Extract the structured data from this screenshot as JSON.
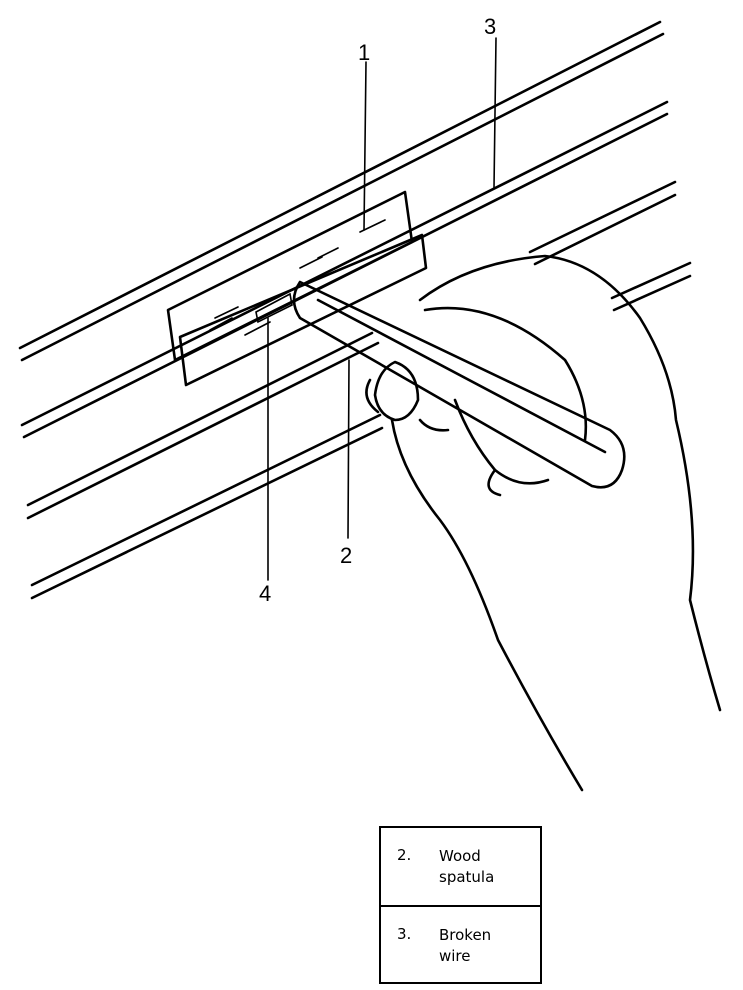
{
  "callouts": [
    "1",
    "2",
    "3",
    "4"
  ],
  "legend": [
    {
      "number": "2.",
      "text": "Wood spatula"
    },
    {
      "number": "3.",
      "text": "Broken wire"
    }
  ]
}
